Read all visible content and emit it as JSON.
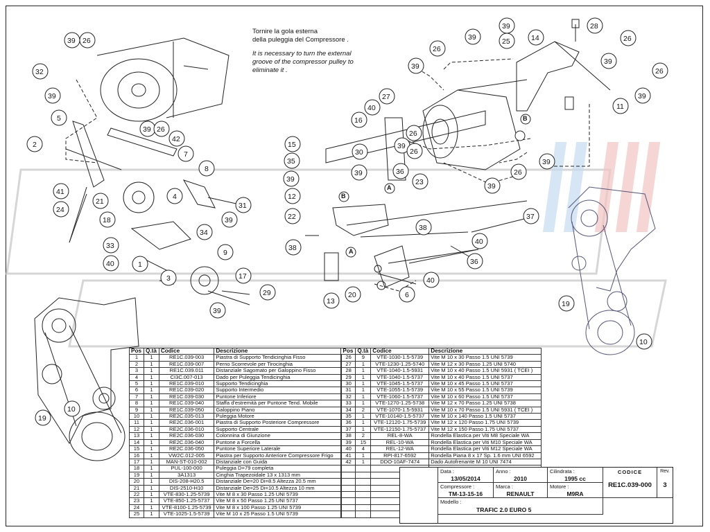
{
  "notes": {
    "it_line1": "Tornire la gola esterna",
    "it_line2": "della puleggia del Compressore .",
    "en_line1": "It is necessary to turn the external",
    "en_line2": "groove of the compressor pulley to",
    "en_line3": "eliminate it ."
  },
  "callout_labels": {
    "a": "A",
    "b": "B"
  },
  "parts_table": {
    "headers": [
      "Pos",
      "Q.tà",
      "Codice",
      "Descrizione"
    ],
    "left_rows": [
      [
        "1",
        "1",
        "RE1C.039-003",
        "Piastra di Supporto Tendicinghia Fisso"
      ],
      [
        "2",
        "1",
        "RE1C.039-007",
        "Perno Scorrevole per Tirocinghia"
      ],
      [
        "3",
        "1",
        "RE1C.039.011",
        "Distanziale Sagomato per Galoppino Fisso"
      ],
      [
        "4",
        "1",
        "CI3C.007-013",
        "Dado per Puleggia Tendicinghia"
      ],
      [
        "5",
        "1",
        "RE1C.039-010",
        "Supporto Tendicinghia"
      ],
      [
        "6",
        "1",
        "RE1C.039-020",
        "Supporto Intermedio"
      ],
      [
        "7",
        "1",
        "RE1C.039-030",
        "Puntone Inferiore"
      ],
      [
        "8",
        "1",
        "RE1C.039-040",
        "Staffa d'estremità per Puntone Tend. Mobile"
      ],
      [
        "9",
        "1",
        "RE1C.039-050",
        "Galoppino Piano"
      ],
      [
        "10",
        "1",
        "RE2C.035-013",
        "Puleggia Motore"
      ],
      [
        "11",
        "1",
        "RE2C.036-001",
        "Piastra di Supporto Posteriore Compressore"
      ],
      [
        "12",
        "1",
        "RE2C.036-010",
        "Supporto Centrale"
      ],
      [
        "13",
        "1",
        "RE2C.036-030",
        "Colonnina di Giunzione"
      ],
      [
        "14",
        "1",
        "RE2C.036-040",
        "Puntone a Forcella"
      ],
      [
        "15",
        "1",
        "RE2C.036-050",
        "Puntone Superiore Laterale"
      ],
      [
        "16",
        "1",
        "VW2C.012-005",
        "Piastra per Supporto Anteriore Compressore Frigo"
      ],
      [
        "17",
        "1",
        "MAN-ST-010-002",
        "Distanziale con Guida"
      ],
      [
        "18",
        "1",
        "PUL-100-000",
        "Puleggia D=79 completa"
      ],
      [
        "19",
        "1",
        "3A1313",
        "Cinghia Trapezoidale 13 x 1313 mm"
      ],
      [
        "20",
        "1",
        "DIS-208-H20.5",
        "Distanziale De=20 Di=8.5 Altezza 20.5 mm"
      ],
      [
        "21",
        "1",
        "DIS-2510-H10",
        "Distanziale De=25 Di=10.5 Altezza 10 mm"
      ],
      [
        "22",
        "1",
        "VTE-830-1.25-5739",
        "Vite M 8 x 30 Passo 1.25 UNI 5739"
      ],
      [
        "23",
        "1",
        "VTE-850-1.25-5737",
        "Vite M 8 x 50 Passo 1.25 UNI 5737"
      ],
      [
        "24",
        "1",
        "VTE-8100-1.25-5739",
        "Vite M 8 x 100 Passo 1.25 UNI 5739"
      ],
      [
        "25",
        "1",
        "VTE-1025-1.5-5739",
        "Vite M 10 x 25 Passo 1.5 UNI 5739"
      ]
    ],
    "right_rows": [
      [
        "26",
        "9",
        "VTE-1030-1.5-5739",
        "Vite M 10 x 30 Passo 1.5 UNI 5739"
      ],
      [
        "27",
        "1",
        "VTE-1230-1.25-5740",
        "Vite M 12 x 30 Passo 1.25 UNI 5740"
      ],
      [
        "28",
        "1",
        "VTE-1040-1.5-5931",
        "Vite M 10 x 40 Passo 1.5 UNI 5931 ( TCEI )"
      ],
      [
        "29",
        "1",
        "VTE-1040-1.5-5737",
        "Vite M 10 x 40 Passo 1.5 UNI 5737"
      ],
      [
        "30",
        "1",
        "VTE-1045-1.5-5737",
        "Vite M 10 x 45 Passo 1.5 UNI 5737"
      ],
      [
        "31",
        "1",
        "VTE-1055-1.5-5739",
        "Vite M 10 x 55 Passo 1.5 UNI 5739"
      ],
      [
        "32",
        "1",
        "VTE-1060-1.5-5737",
        "Vite M 10 x 60 Passo 1.5 UNI 5737"
      ],
      [
        "33",
        "1",
        "VTE-1270-1.25-5738",
        "Vite M 12 x 70 Passo 1.25 UNI 5738"
      ],
      [
        "34",
        "2",
        "VTE-1070-1.5-5931",
        "Vite M 10 x 70 Passo 1.5 UNI 5931 ( TCEI )"
      ],
      [
        "35",
        "1",
        "VTE-10140-1.5-5737",
        "Vite M 10 x 140 Passo 1.5 UNI 5737"
      ],
      [
        "36",
        "1",
        "VTE-12120-1.75-5739",
        "Vite M 12 x 120 Passo 1.75 UNI 5739"
      ],
      [
        "37",
        "1",
        "VTE-12150-1.75-5737",
        "Vite M 12 x 150 Passo 1.75 UNI 5737"
      ],
      [
        "38",
        "2",
        "REL-8-WA",
        "Rondella Elastica per Viti M8 Speciale WA"
      ],
      [
        "39",
        "15",
        "REL-10-WA",
        "Rondella Elastica per Viti M10 Speciale WA"
      ],
      [
        "40",
        "4",
        "REL-12-WA",
        "Rondella Elastica per Viti M12 Speciale WA"
      ],
      [
        "41",
        "1",
        "RPI-817-6592",
        "Rondella Piana 8 x 17 Sp. 1.6 mm UNI 6592"
      ],
      [
        "42",
        "1",
        "DDO-10AF-7474",
        "Dado Autofrenante M 10 UNI 7474"
      ],
      [
        "",
        "",
        "",
        ""
      ],
      [
        "",
        "",
        "",
        ""
      ],
      [
        "",
        "",
        "",
        ""
      ],
      [
        "",
        "",
        "",
        ""
      ],
      [
        "",
        "",
        "",
        ""
      ],
      [
        "",
        "",
        "",
        ""
      ],
      [
        "",
        "",
        "",
        ""
      ],
      [
        "",
        "",
        "",
        ""
      ]
    ]
  },
  "title_block": {
    "data_label": "Data :",
    "data_value": "13/05/2014",
    "anno_label": "Anno :",
    "anno_value": "2010",
    "cilindrata_label": "Cilindrata :",
    "cilindrata_value": "1995 cc",
    "codice_label": "CODICE",
    "codice_value": "RE1C.039-000",
    "rev_label": "Rev.",
    "rev_value": "3",
    "compressore_label": "Compressore :",
    "compressore_value": "TM-13-15-16",
    "marca_label": "Marca :",
    "marca_value": "RENAULT",
    "motore_label": "Motore :",
    "motore_value": "M9RA",
    "modello_label": "Modello :",
    "modello_value": "TRAFIC 2.0 EURO 5"
  },
  "colors": {
    "line": "#222222",
    "watermark_gray": "#d9d9d9",
    "watermark_red": "#f0b9b9",
    "watermark_blue": "#b9d6ef"
  }
}
